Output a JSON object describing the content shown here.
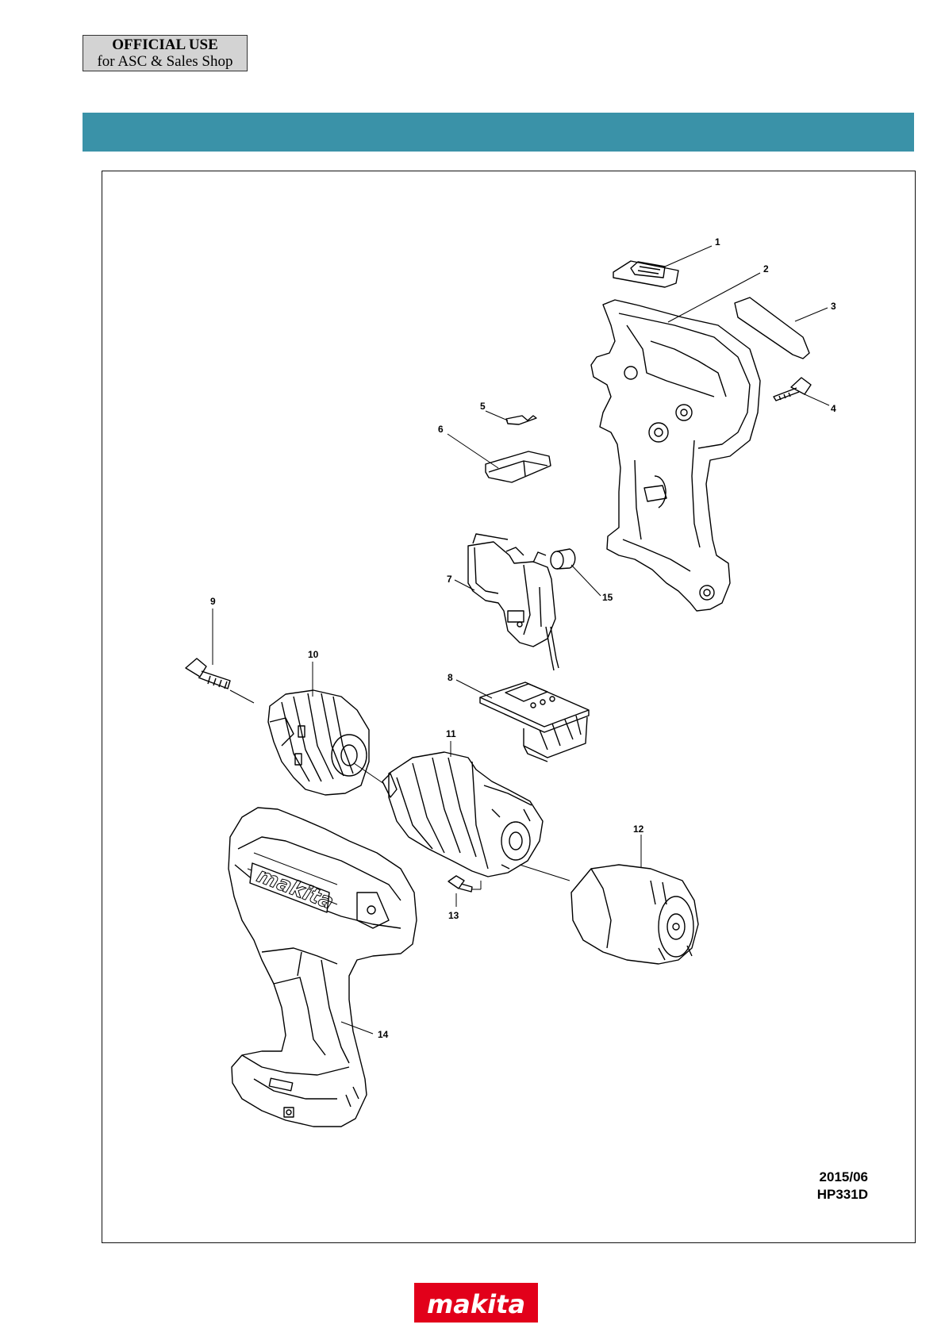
{
  "stamp": {
    "line1": "OFFICIAL USE",
    "line2": "for ASC & Sales Shop"
  },
  "banner_color": "#3a92a8",
  "parts": [
    "1",
    "2",
    "3",
    "4",
    "5",
    "6",
    "7",
    "8",
    "9",
    "10",
    "11",
    "12",
    "13",
    "14",
    "15"
  ],
  "footer": {
    "date": "2015/06",
    "model": "HP331D"
  },
  "logo": {
    "text": "makita",
    "color": "#e2001a"
  }
}
